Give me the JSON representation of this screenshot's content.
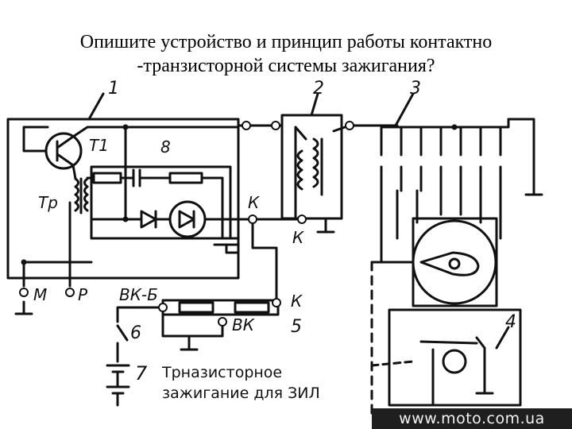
{
  "slide": {
    "title_line1": "Опишите устройство и принцип работы контактно",
    "title_line2": "-транзисторной системы зажигания?"
  },
  "diagram": {
    "labels": {
      "n1": "1",
      "n2": "2",
      "n3": "3",
      "n4": "4",
      "n5": "5",
      "n6": "6",
      "n7": "7",
      "n8": "8",
      "t1": "T1",
      "tr": "Тр",
      "k1": "К",
      "k2": "К",
      "k3": "К",
      "m": "М",
      "r": "Р",
      "vkb": "ВК-Б",
      "vk": "ВК"
    },
    "caption_line1": "Трназисторное",
    "caption_line2": "зажигание для ЗИЛ"
  },
  "watermark": "www.moto.com.ua"
}
